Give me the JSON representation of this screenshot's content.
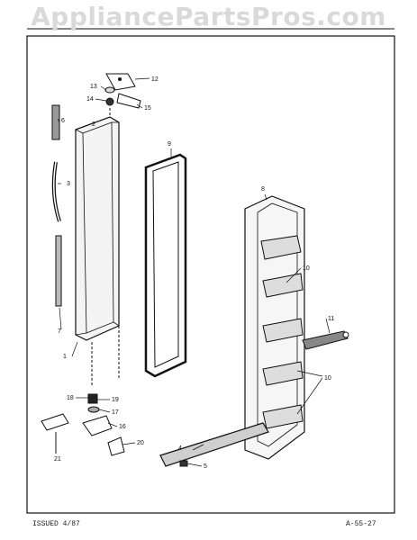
{
  "watermark": "AppliancePartsPros.com",
  "header": {
    "left": "",
    "center": "",
    "right": ""
  },
  "footer": {
    "issued": "ISSUED 4/87",
    "page_code": "A-55-27"
  },
  "callouts": [
    "12",
    "13",
    "14",
    "15",
    "6",
    "2",
    "9",
    "3",
    "8",
    "10",
    "11",
    "10",
    "7",
    "1",
    "18",
    "19",
    "17",
    "16",
    "20",
    "21",
    "4",
    "5"
  ]
}
